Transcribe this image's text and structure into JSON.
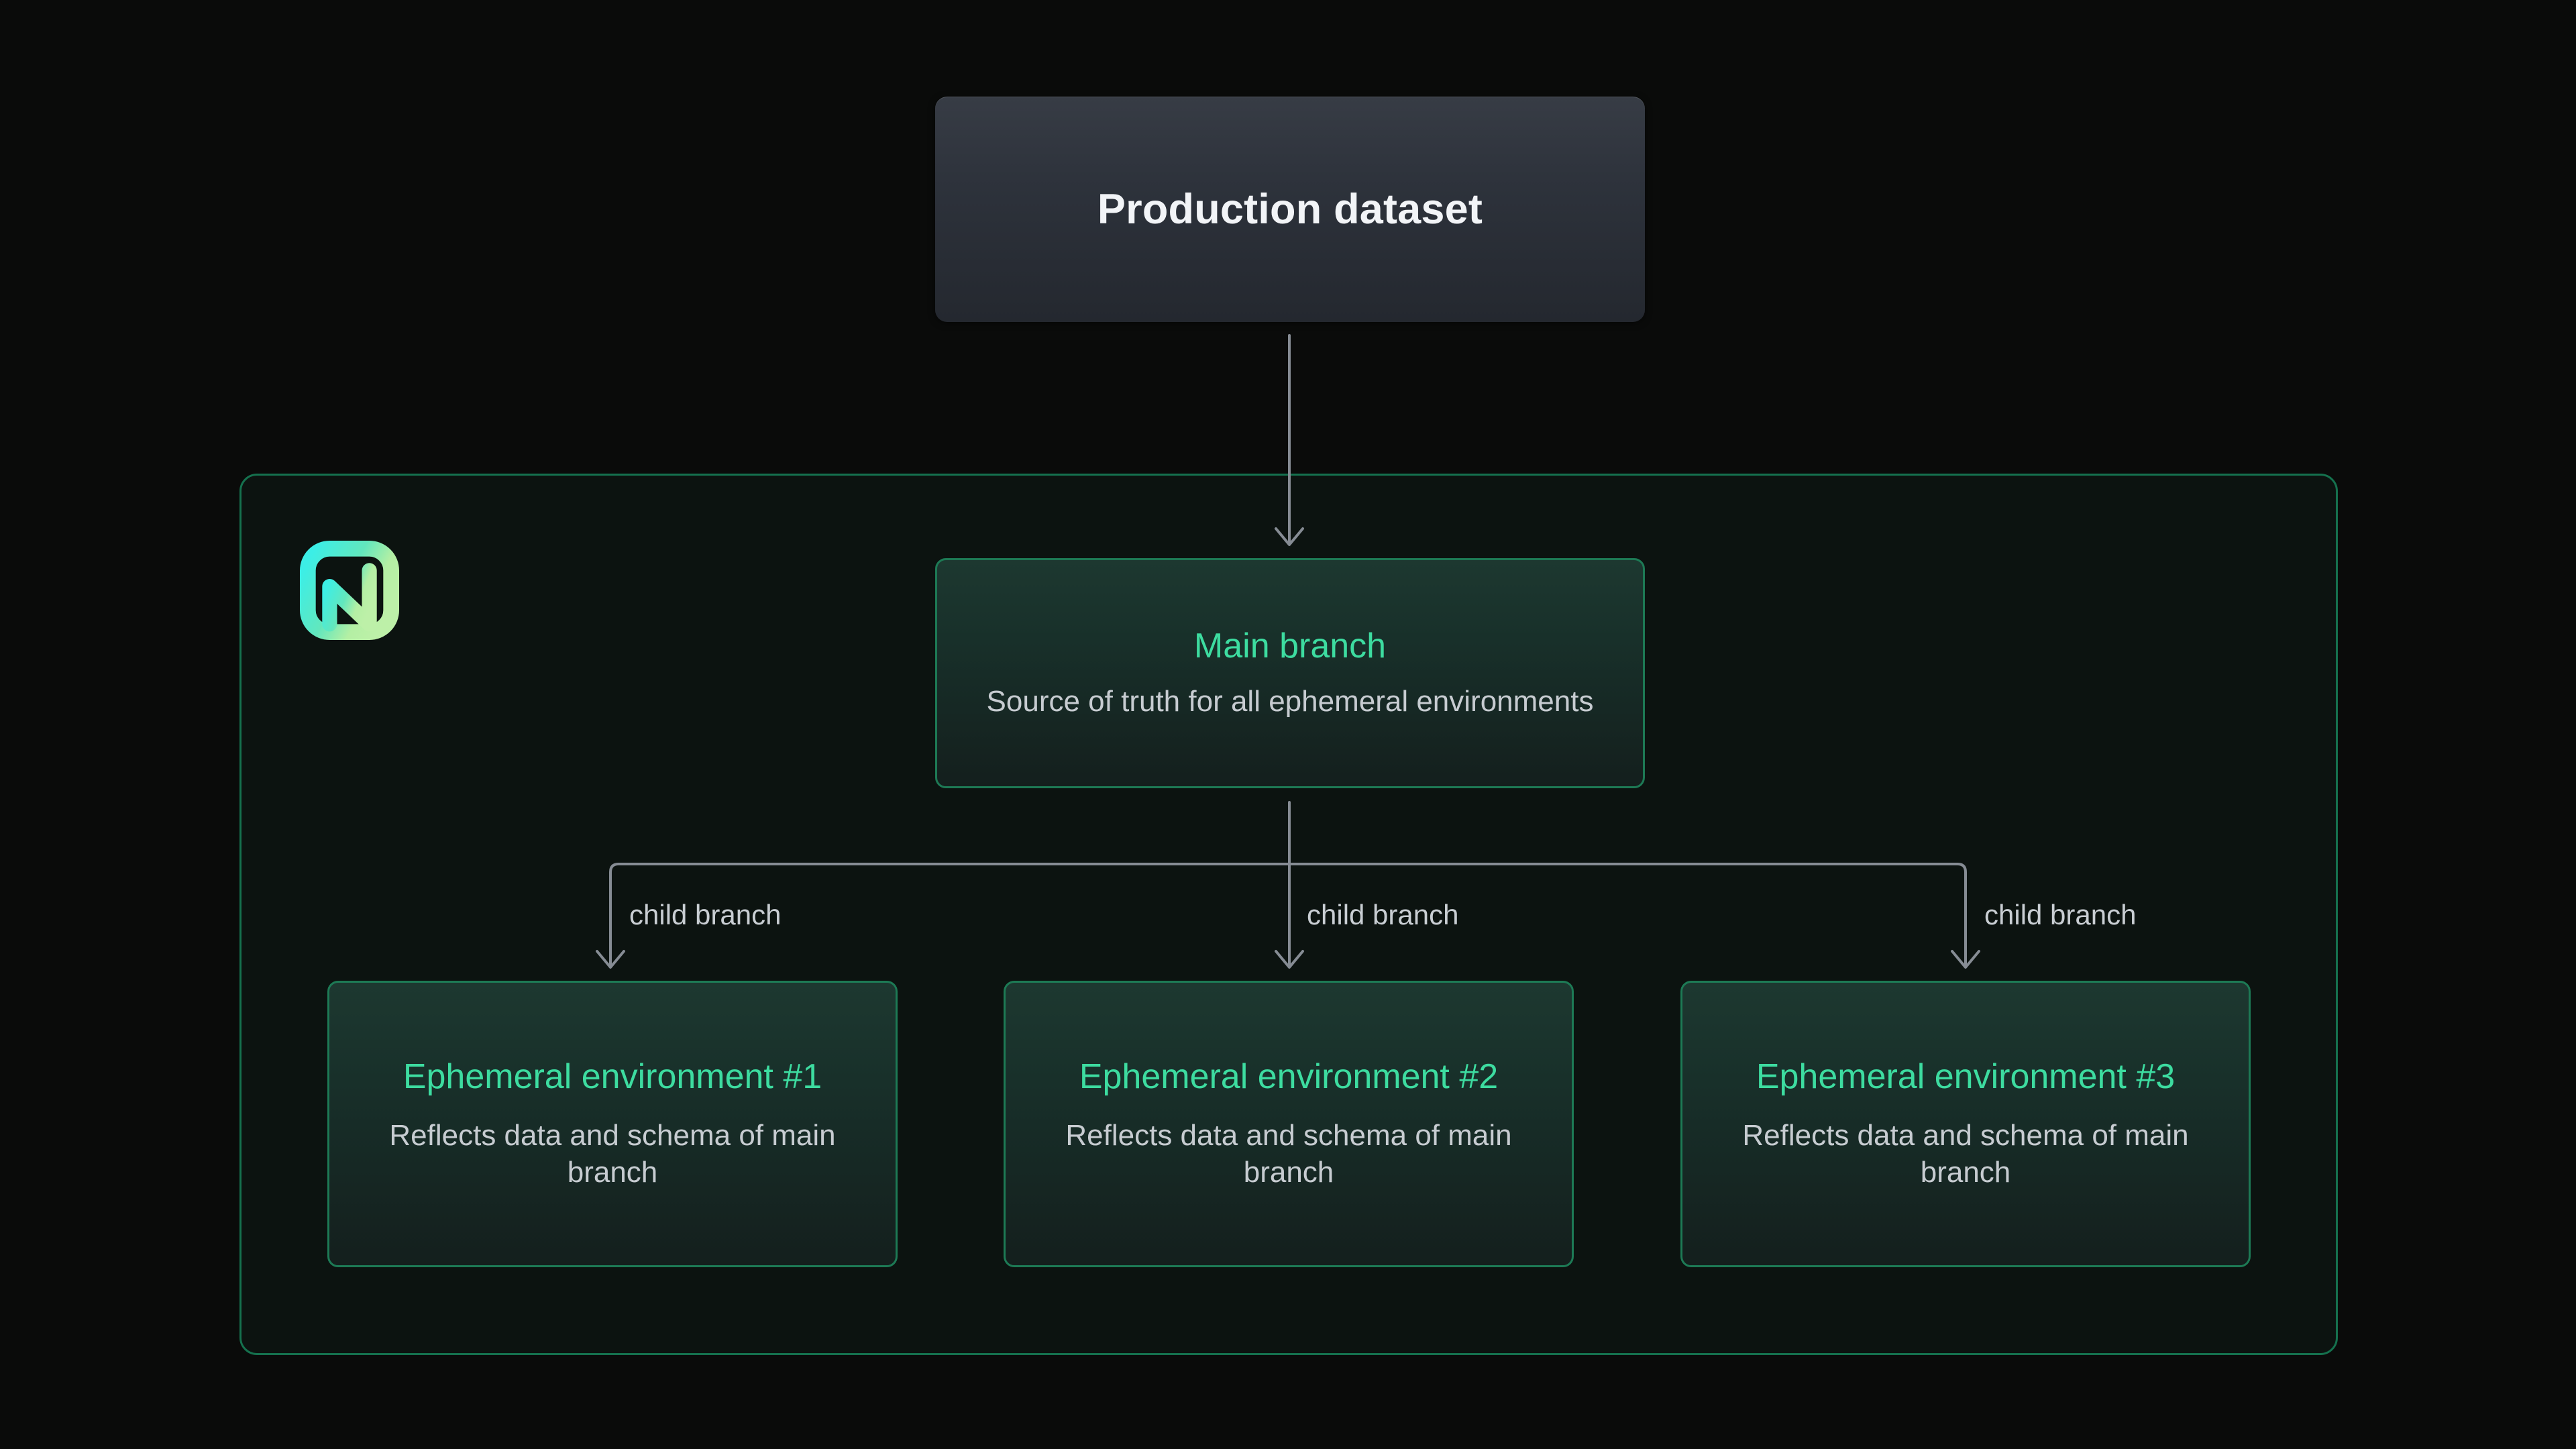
{
  "diagram": {
    "background_color": "#0a0b0a",
    "accent_color": "#3ddca0",
    "container_border_color": "#15714e",
    "connector_color": "#868c94",
    "production": {
      "title": "Production dataset"
    },
    "brand": {
      "logo_name": "neon-logo",
      "gradient_from": "#3ceee6",
      "gradient_to": "#b4efa4"
    },
    "main_branch": {
      "title": "Main branch",
      "description": "Source of truth for all ephemeral environments"
    },
    "edge_labels": {
      "child_1": "child branch",
      "child_2": "child branch",
      "child_3": "child branch"
    },
    "ephemeral": [
      {
        "title": "Ephemeral environment #1",
        "description": "Reflects data and schema of main branch"
      },
      {
        "title": "Ephemeral environment #2",
        "description": "Reflects data and schema of main branch"
      },
      {
        "title": "Ephemeral environment #3",
        "description": "Reflects data and schema of main branch"
      }
    ]
  }
}
